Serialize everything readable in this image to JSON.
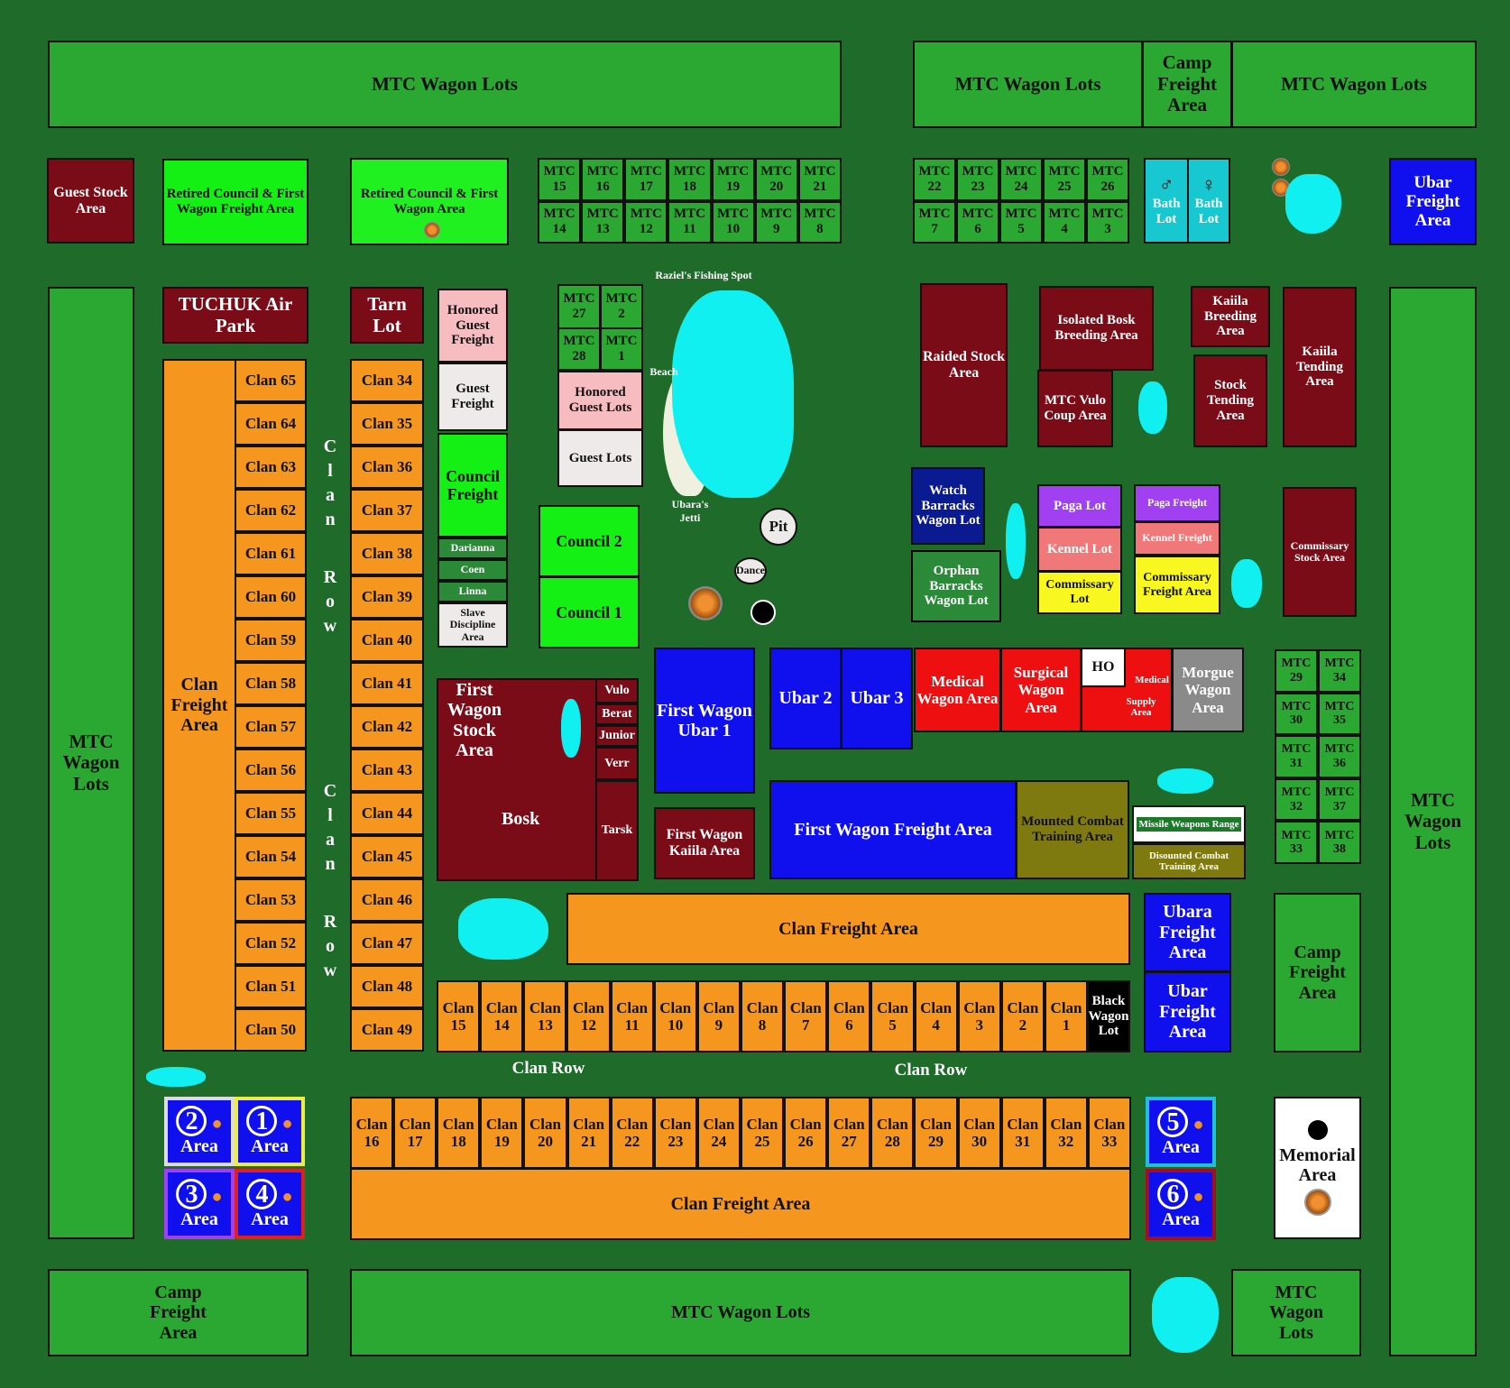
{
  "top": {
    "mtc_wagon_lots_left": "MTC Wagon Lots",
    "mtc_wagon_lots_mid": "MTC Wagon Lots",
    "camp_freight_top": "Camp Freight Area",
    "mtc_wagon_lots_right": "MTC Wagon Lots"
  },
  "row2": {
    "guest_stock": "Guest Stock Area",
    "retired_council_1": "Retired Council & First Wagon Freight Area",
    "retired_council_2": "Retired Council & First Wagon Area",
    "mtc_top_a": [
      "MTC 15",
      "MTC 16",
      "MTC 17",
      "MTC 18",
      "MTC 19",
      "MTC 20",
      "MTC 21"
    ],
    "mtc_bot_a": [
      "MTC 14",
      "MTC 13",
      "MTC 12",
      "MTC 11",
      "MTC 10",
      "MTC 9",
      "MTC 8"
    ],
    "mtc_top_b": [
      "MTC 22",
      "MTC 23",
      "MTC 24",
      "MTC 25",
      "MTC 26"
    ],
    "mtc_bot_b": [
      "MTC 7",
      "MTC 6",
      "MTC 5",
      "MTC 4",
      "MTC 3"
    ],
    "bath_lot_1": "Bath Lot",
    "bath_lot_2": "Bath Lot",
    "ubar_freight_top": "Ubar Freight Area"
  },
  "left": {
    "mtc_wagon_lots": "MTC Wagon Lots",
    "tuchuk": "TUCHUK Air Park",
    "tarn_lot": "Tarn Lot",
    "clan_freight": "Clan Freight Area",
    "clans_a": [
      "Clan 65",
      "Clan 64",
      "Clan 63",
      "Clan 62",
      "Clan 61",
      "Clan 60",
      "Clan 59",
      "Clan 58",
      "Clan 57",
      "Clan 56",
      "Clan 55",
      "Clan 54",
      "Clan 53",
      "Clan 52",
      "Clan 51",
      "Clan 50"
    ],
    "clans_b": [
      "Clan 34",
      "Clan 35",
      "Clan 36",
      "Clan 37",
      "Clan 38",
      "Clan 39",
      "Clan 40",
      "Clan 41",
      "Clan 42",
      "Clan 43",
      "Clan 44",
      "Clan 45",
      "Clan 46",
      "Clan 47",
      "Clan 48",
      "Clan 49"
    ],
    "clan_row_v": [
      "C",
      "l",
      "a",
      "n",
      "R",
      "o",
      "w"
    ]
  },
  "center": {
    "honored_guest_freight": "Honored Guest Freight",
    "guest_freight": "Guest Freight",
    "council_freight": "Council Freight",
    "darianna": "Darianna",
    "coen": "Coen",
    "linna": "Linna",
    "slave_discipline": "Slave Discipline Area",
    "mtc_27": "MTC 27",
    "mtc_2": "MTC 2",
    "mtc_28": "MTC 28",
    "mtc_1": "MTC 1",
    "honored_guest_lots": "Honored Guest Lots",
    "guest_lots": "Guest Lots",
    "council_2": "Council 2",
    "council_1": "Council 1",
    "raziel": "Raziel's Fishing Spot",
    "beach": "Beach",
    "ubaras_jetti": "Ubara's Jetti",
    "pit": "Pit",
    "dance": "Dance",
    "first_wagon_stock": "First Wagon Stock Area",
    "bosk": "Bosk",
    "vulo": "Vulo",
    "berat": "Berat",
    "junior": "Junior",
    "verr": "Verr",
    "tarsk": "Tarsk",
    "first_wagon_ubar": "First Wagon Ubar 1",
    "first_wagon_kaiila": "First Wagon Kaiila Area",
    "ubar_2": "Ubar 2",
    "ubar_3": "Ubar 3",
    "first_wagon_freight": "First Wagon Freight Area",
    "mounted_combat": "Mounted Combat Training Area",
    "missile_weapons": "Missile Weapons Range",
    "disounted_combat": "Disounted Combat Training Area"
  },
  "right": {
    "raided_stock": "Raided Stock Area",
    "isolated_bosk": "Isolated Bosk Breeding Area",
    "mtc_vulo_coup": "MTC Vulo Coup Area",
    "kaiila_breeding": "Kaiila Breeding Area",
    "stock_tending": "Stock Tending Area",
    "kaiila_tending": "Kaiila Tending Area",
    "watch_barracks": "Watch Barracks Wagon Lot",
    "orphan_barracks": "Orphan Barracks Wagon Lot",
    "paga_lot": "Paga Lot",
    "kennel_lot": "Kennel Lot",
    "commissary_lot": "Commissary Lot",
    "paga_freight": "Paga Freight",
    "kennel_freight": "Kennel Freight",
    "commissary_freight": "Commissary Freight Area",
    "commissary_stock": "Commissary Stock Area",
    "medical_wagon": "Medical Wagon Area",
    "surgical_wagon": "Surgical Wagon Area",
    "ho": "HO",
    "medical_supply_1": "Medical",
    "medical_supply_2": "Supply Area",
    "morgue_wagon": "Morgue Wagon Area",
    "mtc_col_a": [
      "MTC 29",
      "MTC 30",
      "MTC 31",
      "MTC 32",
      "MTC 33"
    ],
    "mtc_col_b": [
      "MTC 34",
      "MTC 35",
      "MTC 36",
      "MTC 37",
      "MTC 38"
    ],
    "mtc_wagon_lots_right": "MTC Wagon Lots"
  },
  "lower": {
    "clan_freight_mid": "Clan Freight Area",
    "clans_row1": [
      "Clan 15",
      "Clan 14",
      "Clan 13",
      "Clan 12",
      "Clan 11",
      "Clan 10",
      "Clan 9",
      "Clan 8",
      "Clan 7",
      "Clan 6",
      "Clan 5",
      "Clan 4",
      "Clan 3",
      "Clan 2",
      "Clan 1"
    ],
    "black_wagon": "Black Wagon Lot",
    "ubara_freight": "Ubara Freight Area",
    "ubar_freight": "Ubar Freight Area",
    "camp_freight_right": "Camp Freight Area",
    "clan_row_1": "Clan Row",
    "clan_row_2": "Clan Row",
    "clans_row2": [
      "Clan 16",
      "Clan 17",
      "Clan 18",
      "Clan 19",
      "Clan 20",
      "Clan 21",
      "Clan 22",
      "Clan 23",
      "Clan 24",
      "Clan 25",
      "Clan 26",
      "Clan 27",
      "Clan 28",
      "Clan 29",
      "Clan 30",
      "Clan 31",
      "Clan 32",
      "Clan 33"
    ],
    "clan_freight_bottom": "Clan Freight Area",
    "area_label": "Area",
    "area_nums": [
      "1",
      "2",
      "3",
      "4",
      "5",
      "6"
    ],
    "memorial": "Memorial Area"
  },
  "bottom": {
    "camp_freight_left": "Camp Freight Area",
    "mtc_wagon_lots_bottom": "MTC Wagon Lots",
    "mtc_wagon_lots_br": "MTC Wagon Lots"
  }
}
